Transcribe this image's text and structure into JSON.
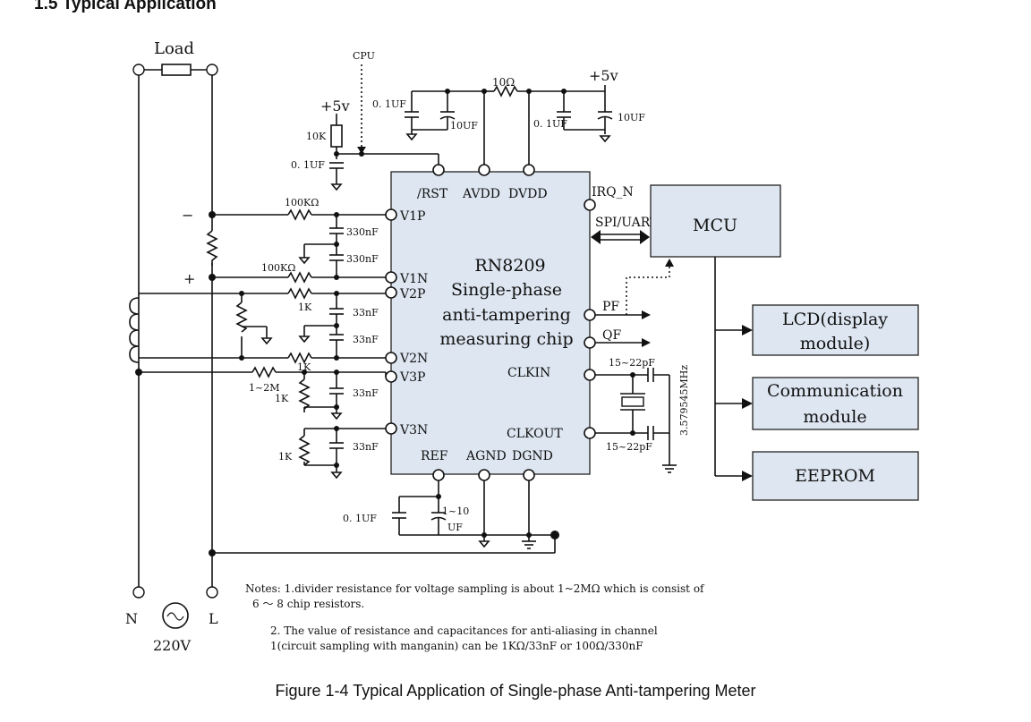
{
  "heading": "1.5 Typical Application",
  "caption": "Figure 1-4 Typical Application of Single-phase Anti-tampering Meter",
  "chip": {
    "name": "RN8209",
    "desc_line1": "Single-phase",
    "desc_line2": "anti-tampering",
    "desc_line3": "measuring chip"
  },
  "pins": {
    "rst": "/RST",
    "avdd": "AVDD",
    "dvdd": "DVDD",
    "irq": "IRQ_N",
    "spi": "SPI/UART",
    "v1p": "V1P",
    "v1n": "V1N",
    "v2p": "V2P",
    "v2n": "V2N",
    "v3p": "V3P",
    "v3n": "V3N",
    "pf": "PF",
    "qf": "QF",
    "clkin": "CLKIN",
    "clkout": "CLKOUT",
    "ref": "REF",
    "agnd": "AGND",
    "dgnd": "DGND"
  },
  "blocks": {
    "mcu": "MCU",
    "lcd_line1": "LCD(display",
    "lcd_line2": "module)",
    "comm_line1": "Communication",
    "comm_line2": "module",
    "eeprom": "EEPROM"
  },
  "labels": {
    "load": "Load",
    "cpu": "CPU",
    "plus5v": "+5v",
    "r10k": "10K",
    "c01uf": "0. 1UF",
    "c10uf": "10UF",
    "r10ohm": "10Ω",
    "r100k": "100KΩ",
    "c330nf": "330nF",
    "c33nf": "33nF",
    "r1k": "1K",
    "r1_2m": "1~2M",
    "c15_22pf": "15~22pF",
    "xtal": "3.579545MHz",
    "c1_10uf_a": "1~10",
    "c1_10uf_b": "UF",
    "minus": "−",
    "plus": "+",
    "n": "N",
    "l": "L",
    "v220": "220V",
    "ac": "∿"
  },
  "notes": {
    "line1": "Notes: 1.divider resistance for voltage sampling is about 1~2MΩ which is consist of",
    "line2": "6 ～ 8 chip resistors.",
    "line3": "2. The value of resistance and capacitances for anti-aliasing in channel",
    "line4": "1(circuit sampling with manganin) can be 1KΩ/33nF or 100Ω/330nF"
  }
}
